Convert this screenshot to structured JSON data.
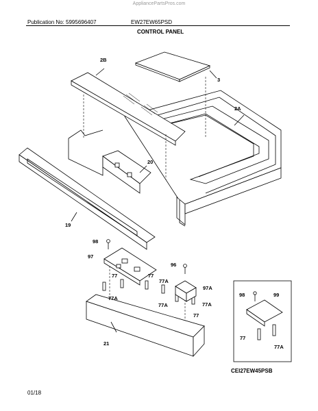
{
  "header": {
    "watermark": "AppliancePartsPros.com",
    "publication": "Publication No: 5995696407",
    "model": "EW27EW65PSD",
    "section_title": "CONTROL PANEL"
  },
  "footer": {
    "page": "01/18",
    "drawing_code": "CEI27EW45PSB"
  },
  "callouts": {
    "c2b": "2B",
    "c3": "3",
    "c2a": "2A",
    "c20": "20",
    "c19": "19",
    "c98": "98",
    "c97": "97",
    "c96": "96",
    "c77_a": "77",
    "c77_b": "77",
    "c77a_a": "77A",
    "c77a_b": "77A",
    "c77a_c": "77A",
    "c77a_d": "77A",
    "c97a": "97A",
    "c77_c": "77",
    "c21": "21",
    "inset_98": "98",
    "inset_99": "99",
    "inset_77": "77",
    "inset_77a": "77A"
  }
}
